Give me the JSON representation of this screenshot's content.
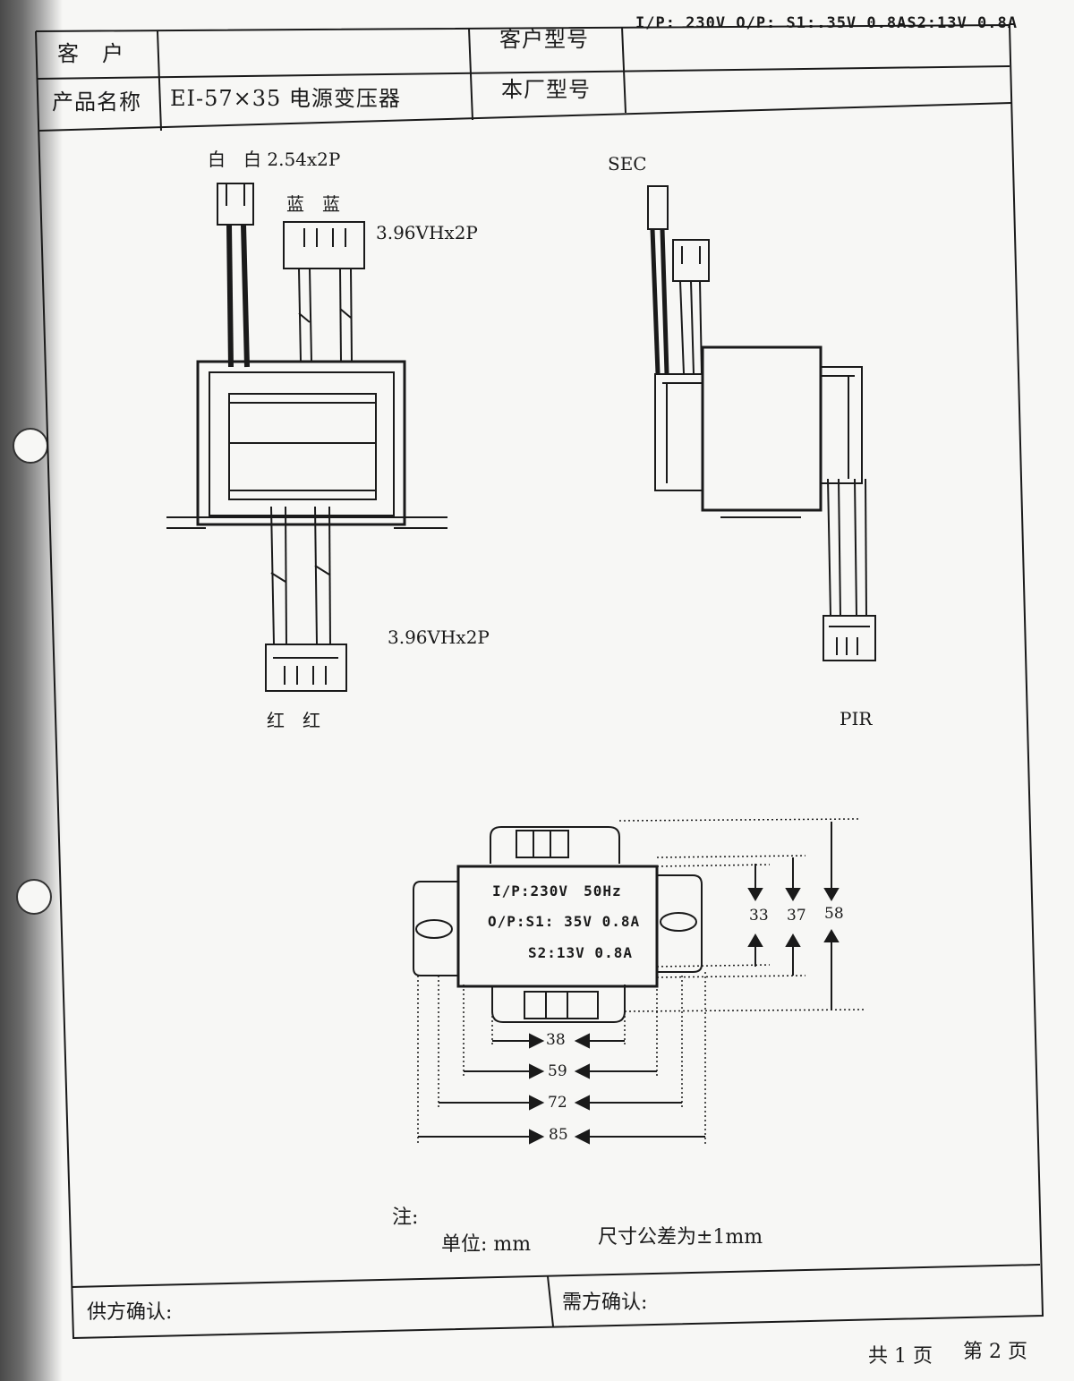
{
  "header": {
    "customer_label": "客　户",
    "customer_value": "",
    "customer_model_label": "客户型号",
    "spec_line": "I/P: 230V O/P: S1:.35V 0.8AS2:13V 0.8A",
    "product_name_label": "产品名称",
    "product_name_value": "EI-57×35 电源变压器",
    "factory_model_label": "本厂型号",
    "factory_model_value": ""
  },
  "front_view": {
    "top_connector": "白　白 2.54x2P",
    "mid_wire_colors": "蓝　蓝",
    "mid_connector": "3.96VHx2P",
    "bottom_connector": "3.96VHx2P",
    "bottom_wire_colors": "红　红"
  },
  "side_view": {
    "sec_label": "SEC",
    "pir_label": "PIR"
  },
  "top_view": {
    "nameplate": {
      "line1": "I/P:230V　50Hz",
      "line2": "O/P:S1: 35V 0.8A",
      "line3": "S2:13V 0.8A"
    },
    "dimensions_vertical": [
      "33",
      "37",
      "58"
    ],
    "dimensions_horizontal": [
      "38",
      "59",
      "72",
      "85"
    ]
  },
  "notes": {
    "title": "注:",
    "unit": "单位: mm",
    "tolerance": "尺寸公差为±1mm"
  },
  "footer": {
    "supplier_confirm": "供方确认:",
    "buyer_confirm": "需方确认:",
    "page_count": "共 1 页",
    "page_number": "第 2 页"
  }
}
